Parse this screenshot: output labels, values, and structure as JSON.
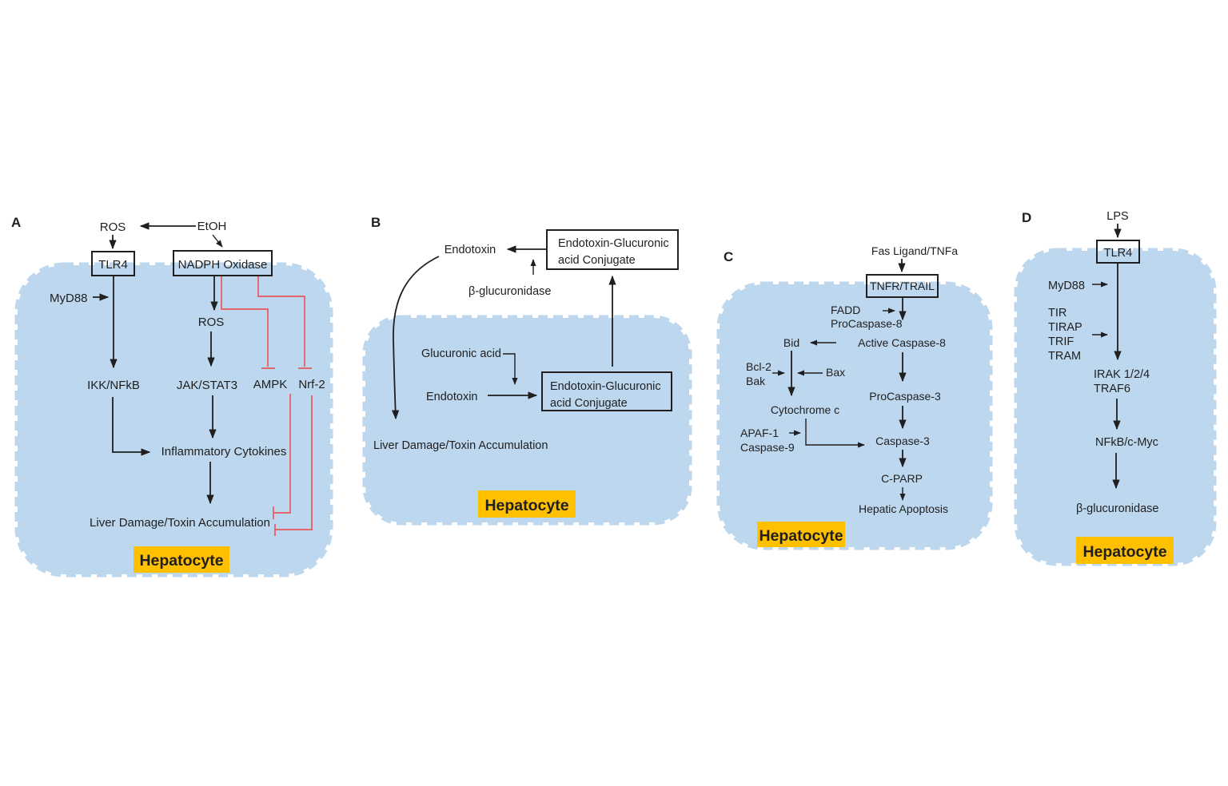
{
  "colors": {
    "cell_fill": "#BDD7EE",
    "label_bg": "#FFC000",
    "inhibit": "#E8595C",
    "line": "#1F1F1F"
  },
  "panels": {
    "a": {
      "letter": "A",
      "ros_top": "ROS",
      "etoh": "EtOH",
      "tlr4": "TLR4",
      "nadph_oxidase": "NADPH Oxidase",
      "myd88": "MyD88",
      "ikk_nfkb": "IKK/NFkB",
      "ros_inner": "ROS",
      "jak_stat3": "JAK/STAT3",
      "ampk": "AMPK",
      "nrf2": "Nrf-2",
      "inflammatory_cytokines": "Inflammatory Cytokines",
      "liver_damage": "Liver Damage/Toxin Accumulation",
      "cell_label": "Hepatocyte"
    },
    "b": {
      "letter": "B",
      "endotoxin_out": "Endotoxin",
      "conjugate_line1": "Endotoxin-Glucuronic",
      "conjugate_line2": "acid Conjugate",
      "beta_glucuronidase": "β-glucuronidase",
      "glucuronic_acid": "Glucuronic acid",
      "endotoxin_in": "Endotoxin",
      "liver_damage": "Liver Damage/Toxin Accumulation",
      "cell_label": "Hepatocyte"
    },
    "c": {
      "letter": "C",
      "fas_ligand": "Fas Ligand/TNFa",
      "tnfr_trail": "TNFR/TRAIL",
      "fadd": "FADD",
      "procaspase8": "ProCaspase-8",
      "active_caspase8": "Active Caspase-8",
      "bid": "Bid",
      "bcl2": "Bcl-2",
      "bak": "Bak",
      "bax": "Bax",
      "cytochrome_c": "Cytochrome c",
      "procaspase3": "ProCaspase-3",
      "apaf1": "APAF-1",
      "caspase9": "Caspase-9",
      "caspase3": "Caspase-3",
      "c_parp": "C-PARP",
      "hepatic_apoptosis": "Hepatic Apoptosis",
      "cell_label": "Hepatocyte"
    },
    "d": {
      "letter": "D",
      "lps": "LPS",
      "tlr4": "TLR4",
      "myd88": "MyD88",
      "tir": "TIR",
      "tirap": "TIRAP",
      "trif": "TRIF",
      "tram": "TRAM",
      "irak": "IRAK 1/2/4",
      "traf6": "TRAF6",
      "nfkb_cmyc": "NFkB/c-Myc",
      "beta_glucuronidase": "β-glucuronidase",
      "cell_label": "Hepatocyte"
    }
  }
}
